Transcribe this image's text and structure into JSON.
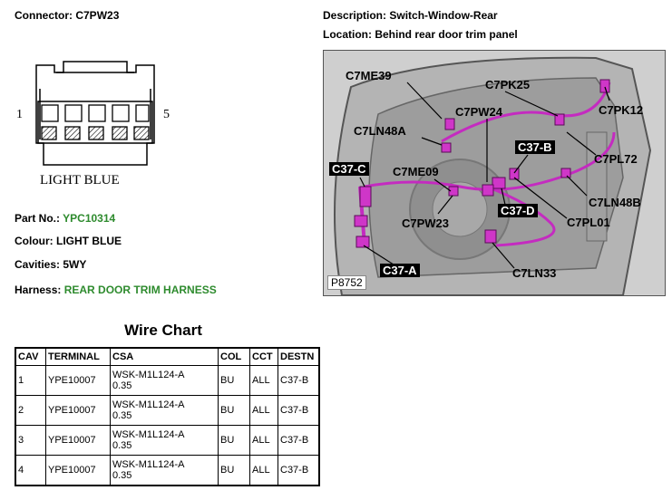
{
  "connector": {
    "label": "Connector:",
    "value": "C7PW23"
  },
  "description": {
    "label": "Description:",
    "value": "Switch-Window-Rear"
  },
  "location": {
    "label": "Location:",
    "value": "Behind rear door trim panel"
  },
  "drawing": {
    "pin_left": "1",
    "pin_right": "5",
    "color_caption": "LIGHT BLUE"
  },
  "part_no": {
    "label": "Part No.:",
    "value": "YPC10314"
  },
  "colour": {
    "label": "Colour:",
    "value": "LIGHT BLUE"
  },
  "cavities": {
    "label": "Cavities:",
    "value": "5WY"
  },
  "harness": {
    "label": "Harness:",
    "value": "REAR DOOR TRIM HARNESS"
  },
  "photo": {
    "plate": "P8752",
    "callouts": {
      "c7me39": "C7ME39",
      "c7pk25": "C7PK25",
      "c7pk12": "C7PK12",
      "c7pw24": "C7PW24",
      "c7ln48a": "C7LN48A",
      "c37b": "C37-B",
      "c7pl72": "C7PL72",
      "c37c": "C37-C",
      "c7me09": "C7ME09",
      "c7ln48b": "C7LN48B",
      "c37d": "C37-D",
      "c7pl01": "C7PL01",
      "c7pw23": "C7PW23",
      "c37a": "C37-A",
      "c7ln33": "C7LN33"
    }
  },
  "wire_chart": {
    "title": "Wire Chart",
    "headers": [
      "CAV",
      "TERMINAL",
      "CSA",
      "COL",
      "CCT",
      "DESTN"
    ],
    "rows": [
      {
        "cav": "1",
        "terminal": "YPE10007",
        "csa1": "WSK-M1L124-A",
        "csa2": "0.35",
        "col": "BU",
        "cct": "ALL",
        "destn": "C37-B"
      },
      {
        "cav": "2",
        "terminal": "YPE10007",
        "csa1": "WSK-M1L124-A",
        "csa2": "0.35",
        "col": "BU",
        "cct": "ALL",
        "destn": "C37-B"
      },
      {
        "cav": "3",
        "terminal": "YPE10007",
        "csa1": "WSK-M1L124-A",
        "csa2": "0.35",
        "col": "BU",
        "cct": "ALL",
        "destn": "C37-B"
      },
      {
        "cav": "4",
        "terminal": "YPE10007",
        "csa1": "WSK-M1L124-A",
        "csa2": "0.35",
        "col": "BU",
        "cct": "ALL",
        "destn": "C37-B"
      }
    ]
  }
}
